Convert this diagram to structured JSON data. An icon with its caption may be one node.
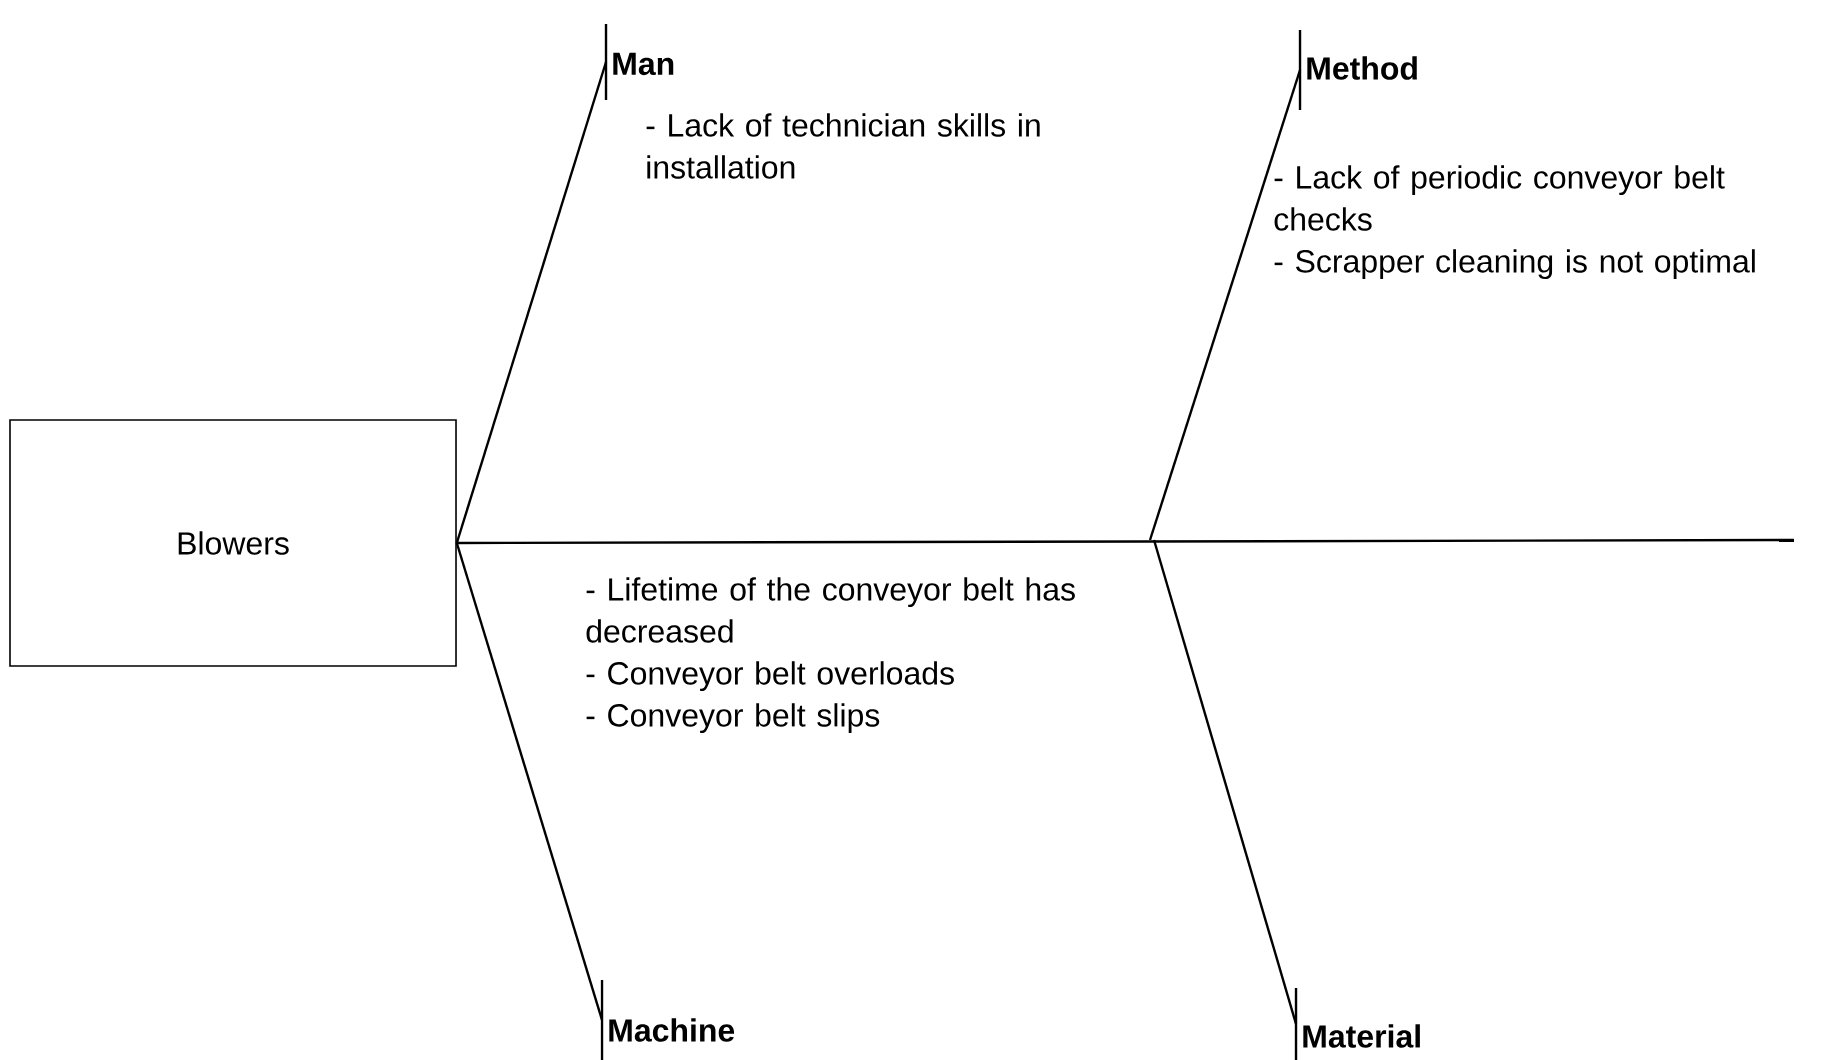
{
  "diagram": {
    "nodes": [
      {
        "text": [
          "Blowers"
        ]
      },
      {
        "text": [
          "Man"
        ],
        "beside": [
          "- Lack of technician skills in installation"
        ]
      },
      {
        "text": [
          "Method"
        ],
        "beside": [
          "- Lack of periodic conveyor belt checks",
          "- Scrapper cleaning is not optimal"
        ]
      },
      {
        "text": [
          "Machine"
        ],
        "beside": [
          "- Lifetime of the conveyor belt has decreased",
          "- Conveyor belt overloads",
          "- Conveyor belt slips"
        ]
      },
      {
        "text": [
          "Material"
        ]
      }
    ],
    "edges": [
      {
        "from": 0,
        "to": null,
        "arrow": "none"
      },
      {
        "from": 1,
        "to": 0,
        "arrow": "none"
      },
      {
        "from": 2,
        "to": null,
        "arrow": "none"
      },
      {
        "from": 3,
        "to": 0,
        "arrow": "none"
      },
      {
        "from": 4,
        "to": null,
        "arrow": "none"
      }
    ]
  }
}
